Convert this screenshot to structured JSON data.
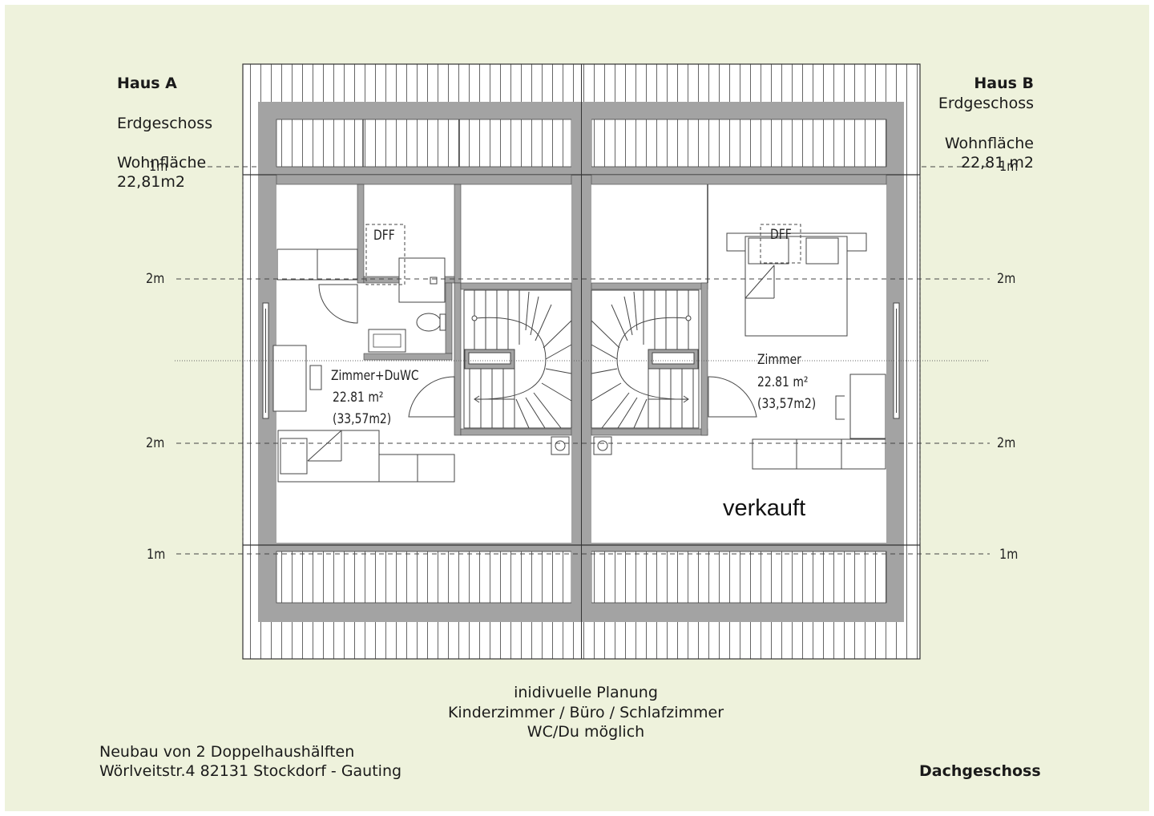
{
  "house_a": {
    "title": "Haus A",
    "floor": "Erdgeschoss",
    "area_label": "Wohnfläche",
    "area_value": "22,81m2"
  },
  "house_b": {
    "title": "Haus B",
    "floor": "Erdgeschoss",
    "area_label": "Wohnfläche",
    "area_value": "22,81 m2"
  },
  "rooms": {
    "a": {
      "name": "Zimmer+DuWC",
      "area": "22.81 m²",
      "area_gross": "(33,57m2)",
      "window_label": "DFF"
    },
    "b": {
      "name": "Zimmer",
      "area": "22.81 m²",
      "area_gross": "(33,57m2)",
      "window_label": "DFF"
    }
  },
  "height_lines": {
    "top": "1m",
    "upper": "2m",
    "lower": "2m",
    "bottom": "1m"
  },
  "status_b": "verkauft",
  "note": {
    "line1": "inidivuelle Planung",
    "line2": "Kinderzimmer / Büro / Schlafzimmer",
    "line3": "WC/Du möglich"
  },
  "project": {
    "line1": "Neubau von 2 Doppelhaushälften",
    "line2": "Wörlveitstr.4  82131 Stockdorf - Gauting"
  },
  "floor_name": "Dachgeschoss",
  "colors": {
    "background": "#eef2dc",
    "wall": "#a3a3a3",
    "line": "#333333"
  }
}
